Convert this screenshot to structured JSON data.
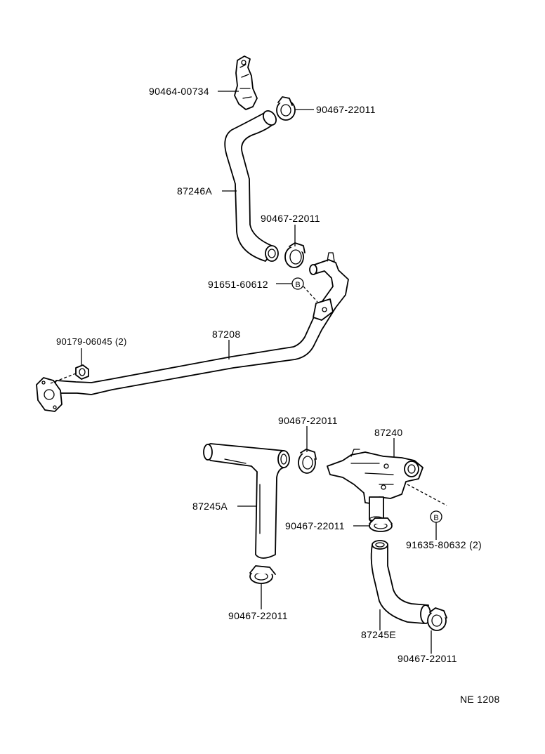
{
  "labels": {
    "bracket_clip": "90464-00734",
    "clamp_top": "90467-22011",
    "hose_upper": "87246A",
    "clamp_upper_mid": "90467-22011",
    "bolt_b_upper": "91651-60612",
    "nut_flange": "90179-06045 (2)",
    "pipe_main": "87208",
    "clamp_left_t": "90467-22011",
    "valve": "87240",
    "hose_t": "87245A",
    "clamp_valve_lower": "90467-22011",
    "bolt_b_lower": "91635-80632 (2)",
    "clamp_bottom_left": "90467-22011",
    "hose_lower": "87245E",
    "clamp_bottom_right": "90467-22011"
  },
  "markers": {
    "b_upper": "B",
    "b_lower": "B"
  },
  "footer": {
    "code": "NE 1208"
  }
}
